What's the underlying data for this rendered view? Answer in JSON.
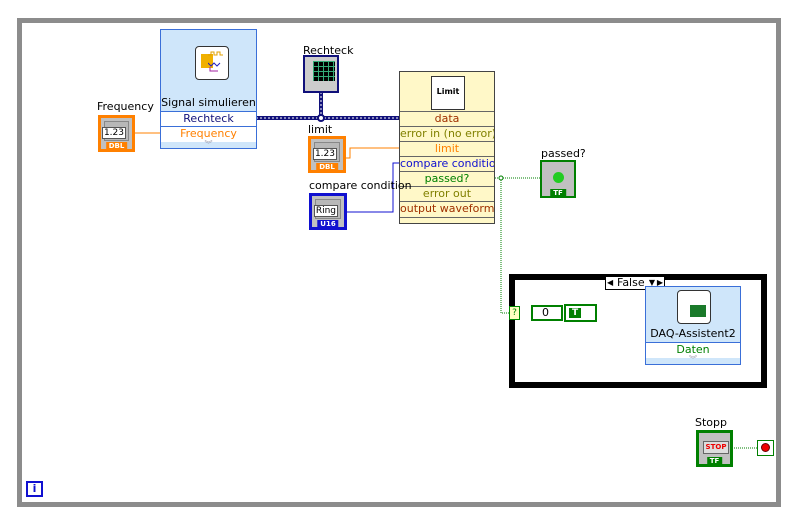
{
  "diagram": {
    "frequency": {
      "label": "Frequency",
      "value": "1.23",
      "type": "DBL"
    },
    "signal_simulieren": {
      "title": "Signal simulieren",
      "outputs": [
        "Rechteck"
      ],
      "inputs": [
        "Frequency"
      ]
    },
    "rechteck_graph": {
      "label": "Rechteck"
    },
    "limit_vi": {
      "icon_text": "Limit",
      "terminals": [
        "data",
        "error in (no error)",
        "limit",
        "compare condition",
        "passed?",
        "error out",
        "output waveforms"
      ]
    },
    "limit": {
      "label": "limit",
      "value": "1.23",
      "type": "DBL"
    },
    "compare_condition": {
      "label": "compare condition",
      "value": "Ring",
      "type": "U16"
    },
    "passed": {
      "label": "passed?",
      "type": "TF",
      "led_color": "#22cc22"
    },
    "case_structure": {
      "selector": "False",
      "selector_terminal": "?",
      "numeric_constant": "0",
      "bool_const": "T"
    },
    "daq": {
      "title": "DAQ-Assistent2",
      "input": "Daten"
    },
    "stopp": {
      "label": "Stopp",
      "button": "STOP",
      "type": "TF"
    },
    "info_icon": "i"
  },
  "colors": {
    "dbl": "#ff8000",
    "ring": "#1010d0",
    "bool": "#008000",
    "waveform": "#10107a",
    "loop": "#8c8c8c"
  }
}
